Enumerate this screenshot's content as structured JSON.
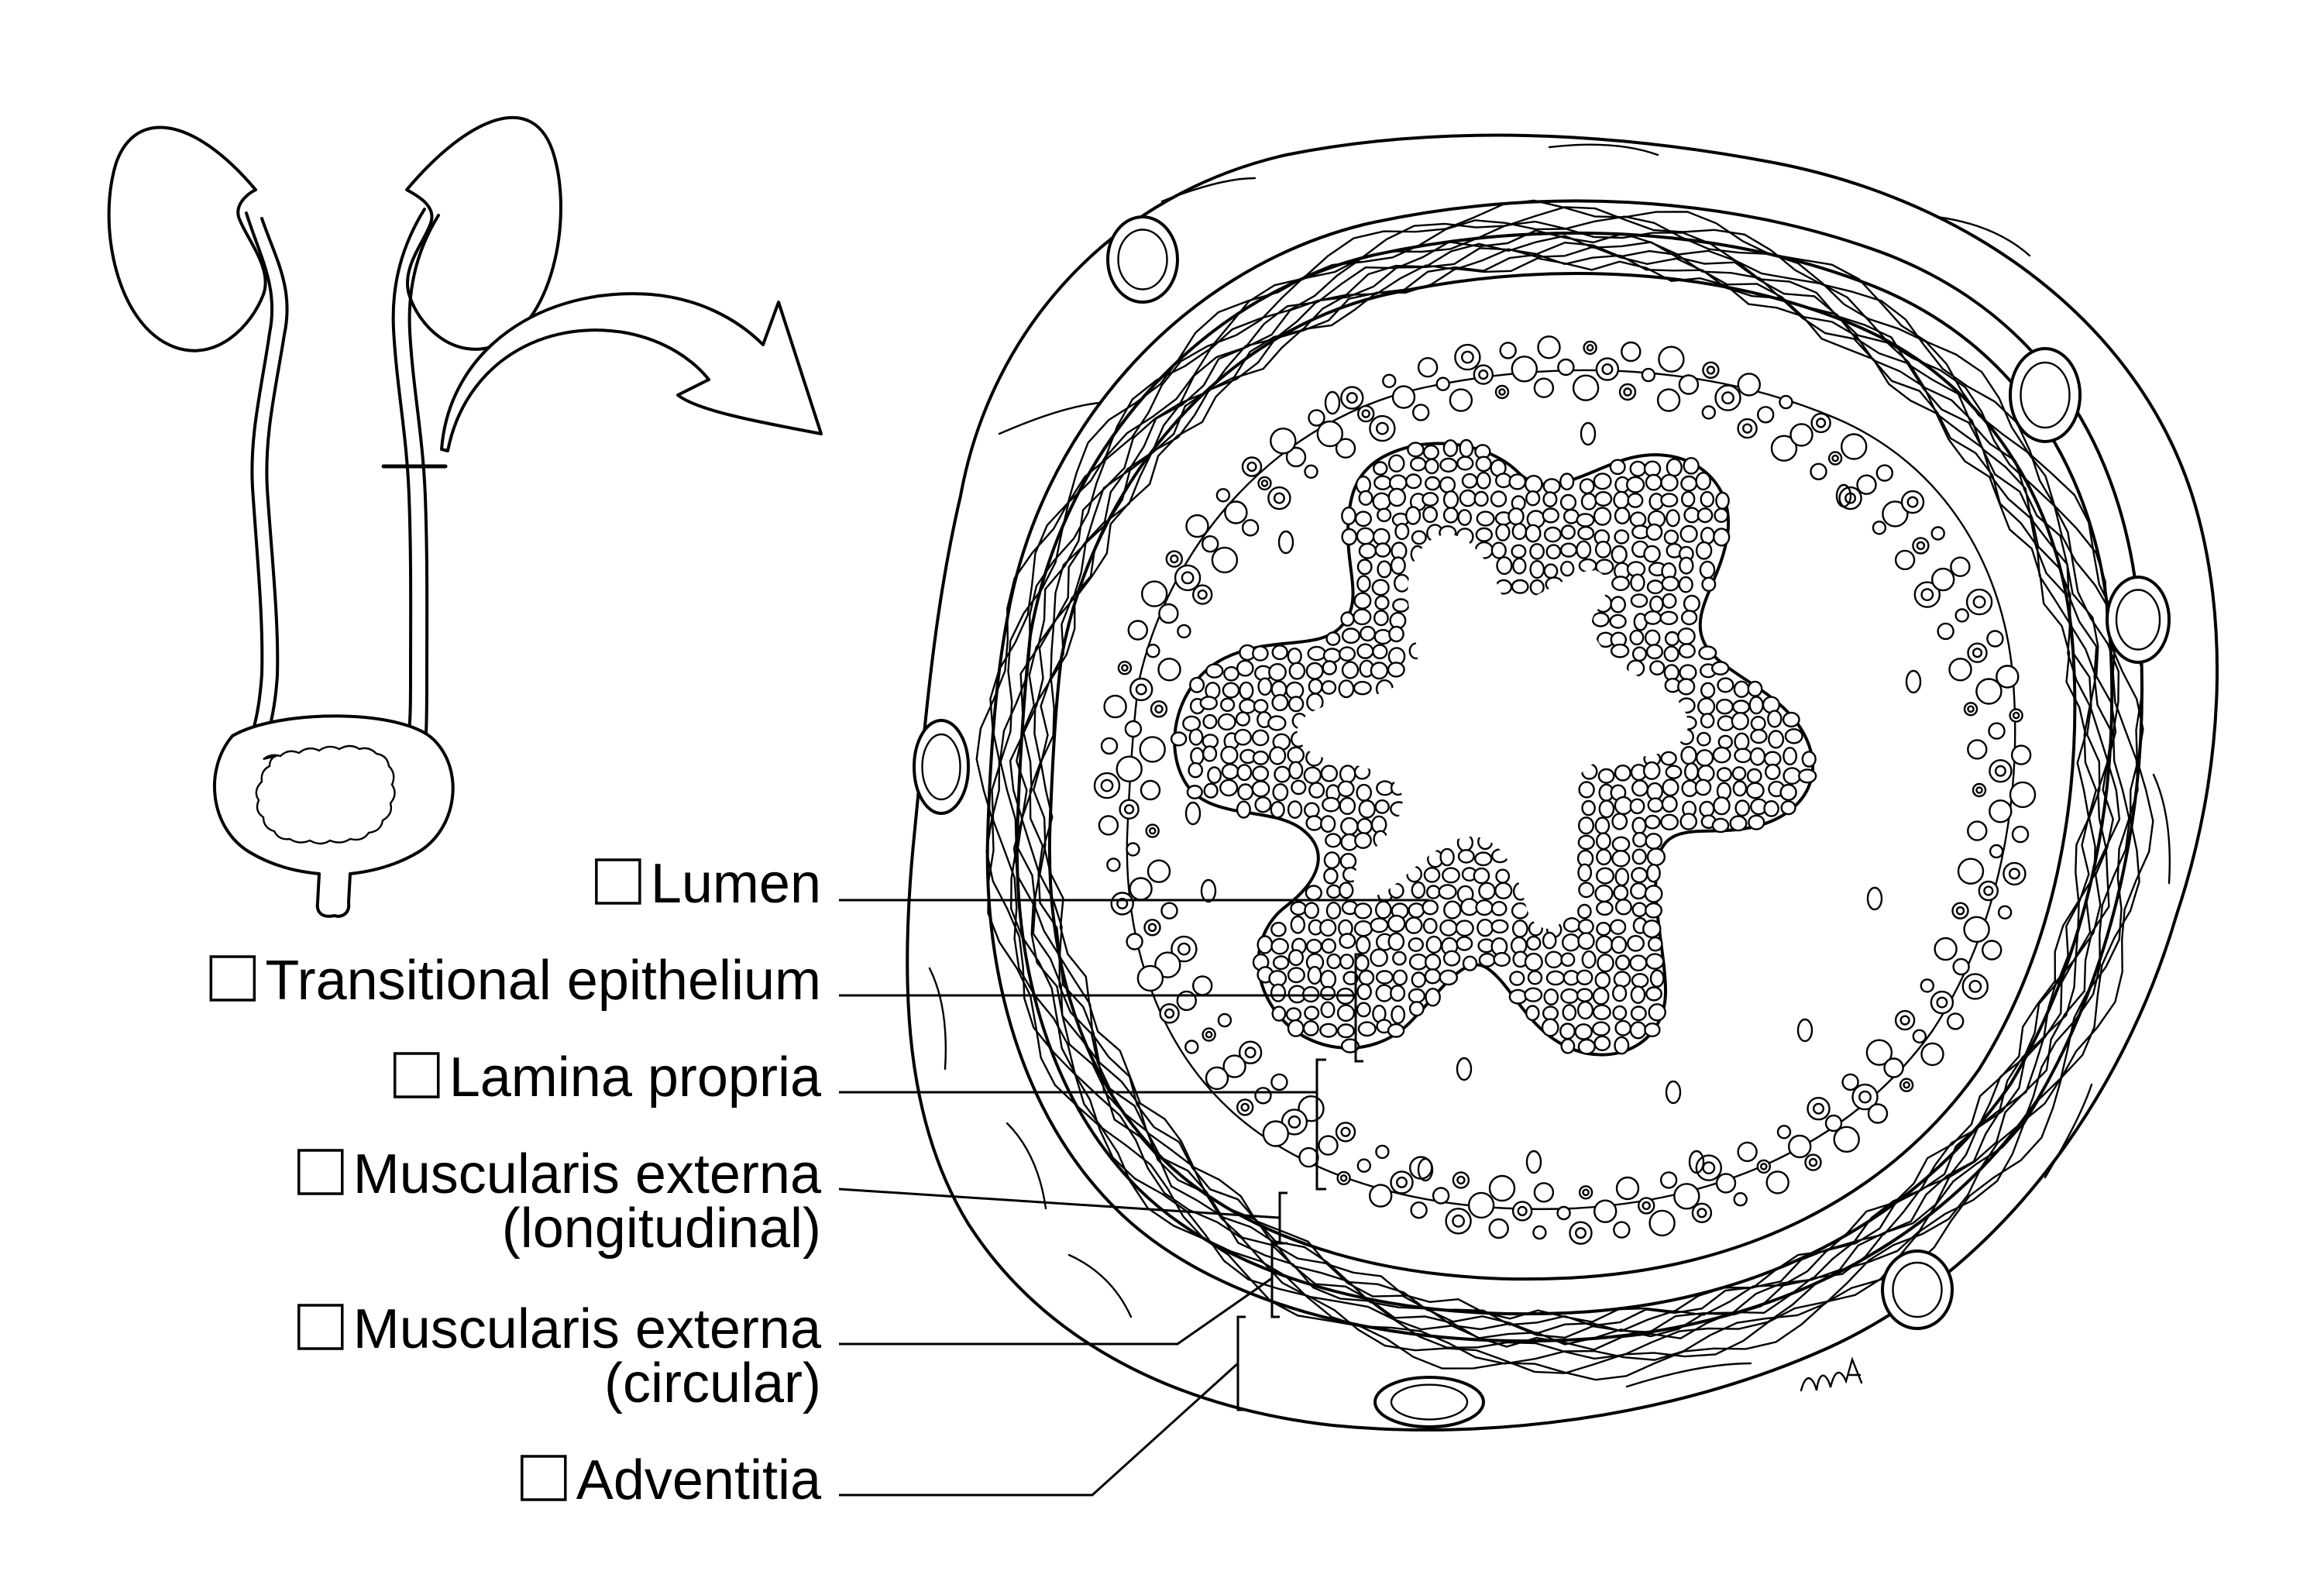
{
  "diagram": {
    "colors": {
      "ink": "#000000",
      "paper": "#ffffff"
    },
    "labels": [
      {
        "id": "lumen",
        "lines": [
          "Lumen"
        ]
      },
      {
        "id": "transitional-epithelium",
        "lines": [
          "Transitional epithelium"
        ]
      },
      {
        "id": "lamina-propria",
        "lines": [
          "Lamina propria"
        ]
      },
      {
        "id": "muscularis-externa-longitudinal",
        "lines": [
          "Muscularis externa",
          "(longitudinal)"
        ]
      },
      {
        "id": "muscularis-externa-circular",
        "lines": [
          "Muscularis externa",
          "(circular)"
        ]
      },
      {
        "id": "adventitia",
        "lines": [
          "Adventitia"
        ]
      }
    ],
    "icons": {
      "checkbox": "checkbox-icon",
      "arrow": "curved-arrow-icon",
      "signature": "artist-signature-icon"
    }
  }
}
